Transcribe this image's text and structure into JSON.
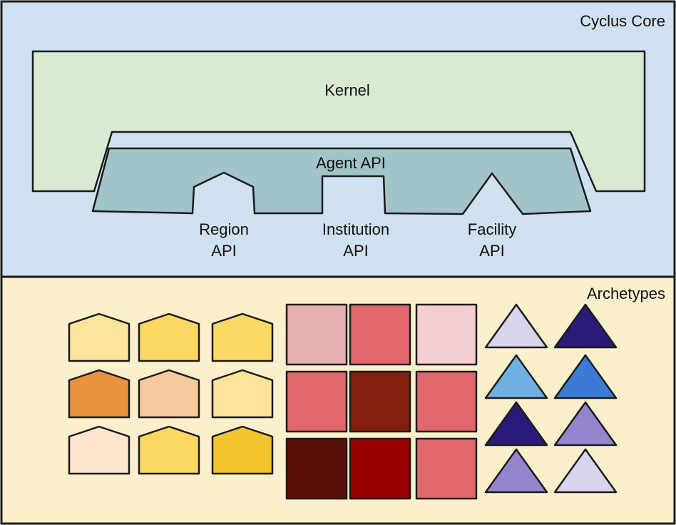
{
  "core": {
    "title": "Cyclus Core",
    "kernel_label": "Kernel",
    "agent_api_label": "Agent API",
    "region_api": [
      "Region",
      "API"
    ],
    "institution_api": [
      "Institution",
      "API"
    ],
    "facility_api": [
      "Facility",
      "API"
    ]
  },
  "archetypes": {
    "title": "Archetypes",
    "region_colors": [
      [
        "#fde49b",
        "#fcd862",
        "#fcd966"
      ],
      [
        "#e8923b",
        "#f7c99c",
        "#fde49b"
      ],
      [
        "#fce6d0",
        "#fcd862",
        "#f2c430"
      ]
    ],
    "institution_colors": [
      [
        "#e5b0ad",
        "#e0676b",
        "#f3ced1"
      ],
      [
        "#e0676b",
        "#821f0f",
        "#e0676b"
      ],
      [
        "#5c0f08",
        "#990000",
        "#e0676b"
      ]
    ],
    "facility_colors": [
      [
        "#d8d4ee",
        "#2c1a78"
      ],
      [
        "#6fb0e4",
        "#3c7ad8"
      ],
      [
        "#2c1a78",
        "#9484cc"
      ],
      [
        "#9484cc",
        "#d8d4ee"
      ]
    ]
  },
  "colors": {
    "core_bg": "#cfe0f0",
    "archetypes_bg": "#fcf0cc",
    "kernel_fill": "#d9ead3",
    "agent_api_fill": "#a2c4c9"
  }
}
